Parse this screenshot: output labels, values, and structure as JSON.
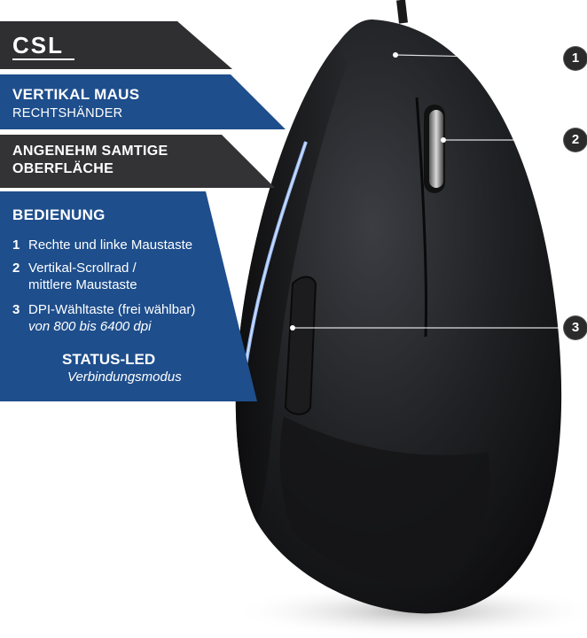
{
  "brand": {
    "logo_text": "CSL"
  },
  "product": {
    "title": "VERTIKAL MAUS",
    "subtitle": "RECHTSHÄNDER"
  },
  "feature": {
    "line1": "ANGENEHM SAMTIGE",
    "line2": "OBERFLÄCHE"
  },
  "controls": {
    "heading": "BEDIENUNG",
    "items": [
      {
        "num": "1",
        "text": "Rechte und linke Maustaste",
        "text2": "",
        "note": ""
      },
      {
        "num": "2",
        "text": "Vertikal-Scrollrad /",
        "text2": "mittlere Maustaste",
        "note": ""
      },
      {
        "num": "3",
        "text": "DPI-Wähltaste (frei wählbar)",
        "text2": "",
        "note": "von 800 bis 6400 dpi"
      }
    ]
  },
  "status_led": {
    "title": "STATUS-LED",
    "subtitle": "Verbindungsmodus"
  },
  "callouts": [
    "1",
    "2",
    "3"
  ],
  "colors": {
    "blue_band": "#1e4e8c",
    "dark_band": "#2f2f31",
    "led": "#9fc2ff"
  }
}
